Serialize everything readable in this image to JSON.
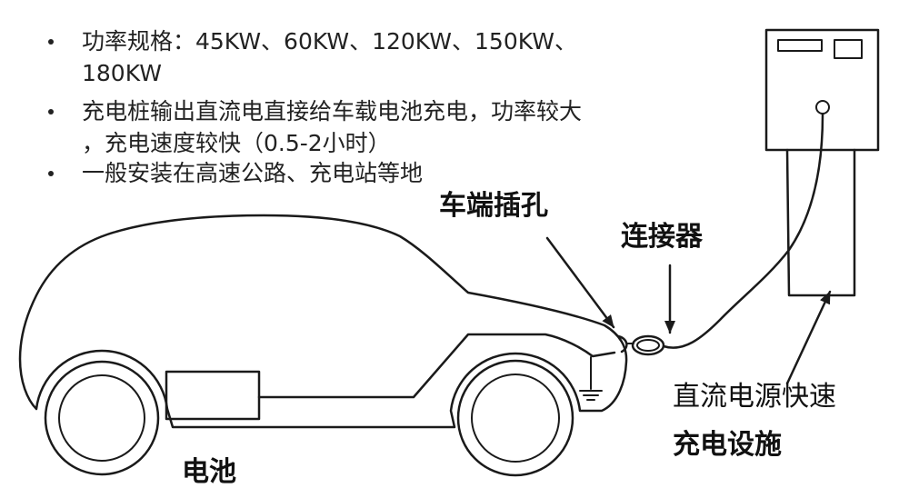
{
  "bullets": [
    {
      "lines": [
        "功率规格：45KW、60KW、120KW、150KW、",
        "180KW"
      ]
    },
    {
      "lines": [
        "充电桩输出直流电直接给车载电池充电，功率较大",
        "，充电速度较快（0.5-2小时）"
      ]
    },
    {
      "lines": [
        "一般安装在高速公路、充电站等地"
      ]
    }
  ],
  "labels": {
    "car_port": "车端插孔",
    "connector": "连接器",
    "charger_line_1": "直流电源快速",
    "charger_line_2": "充电设施",
    "battery": "电池"
  },
  "colors": {
    "line": "#1a1a1a",
    "text": "#222222",
    "background": "#ffffff"
  }
}
